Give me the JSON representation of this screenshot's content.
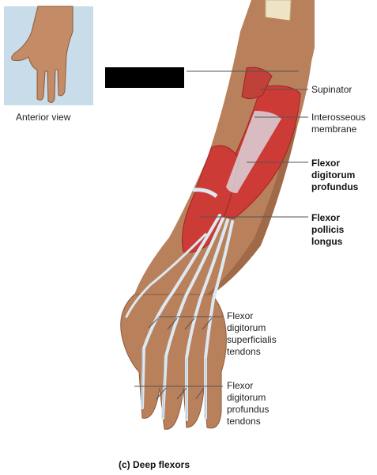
{
  "inset": {
    "label": "Anterior view"
  },
  "labels": {
    "supinator": "Supinator",
    "interosseous": "Interosseous\nmembrane",
    "fdp": "Flexor\ndigitorum\nprofundus",
    "fpl": "Flexor\npollicis\nlongus",
    "fds_tendons": "Flexor\ndigitorum\nsuperficialis\ntendons",
    "fdp_tendons": "Flexor\ndigitorum\nprofundus\ntendons"
  },
  "caption": "(c) Deep flexors",
  "colors": {
    "skin": "#b9805c",
    "skin_dark": "#8f5a3a",
    "muscle": "#cc3b36",
    "muscle_dark": "#9e2522",
    "tendon": "#dde8f0",
    "bone": "#efe3c6",
    "inset_bg": "#c9dce9",
    "leader": "#555555"
  }
}
